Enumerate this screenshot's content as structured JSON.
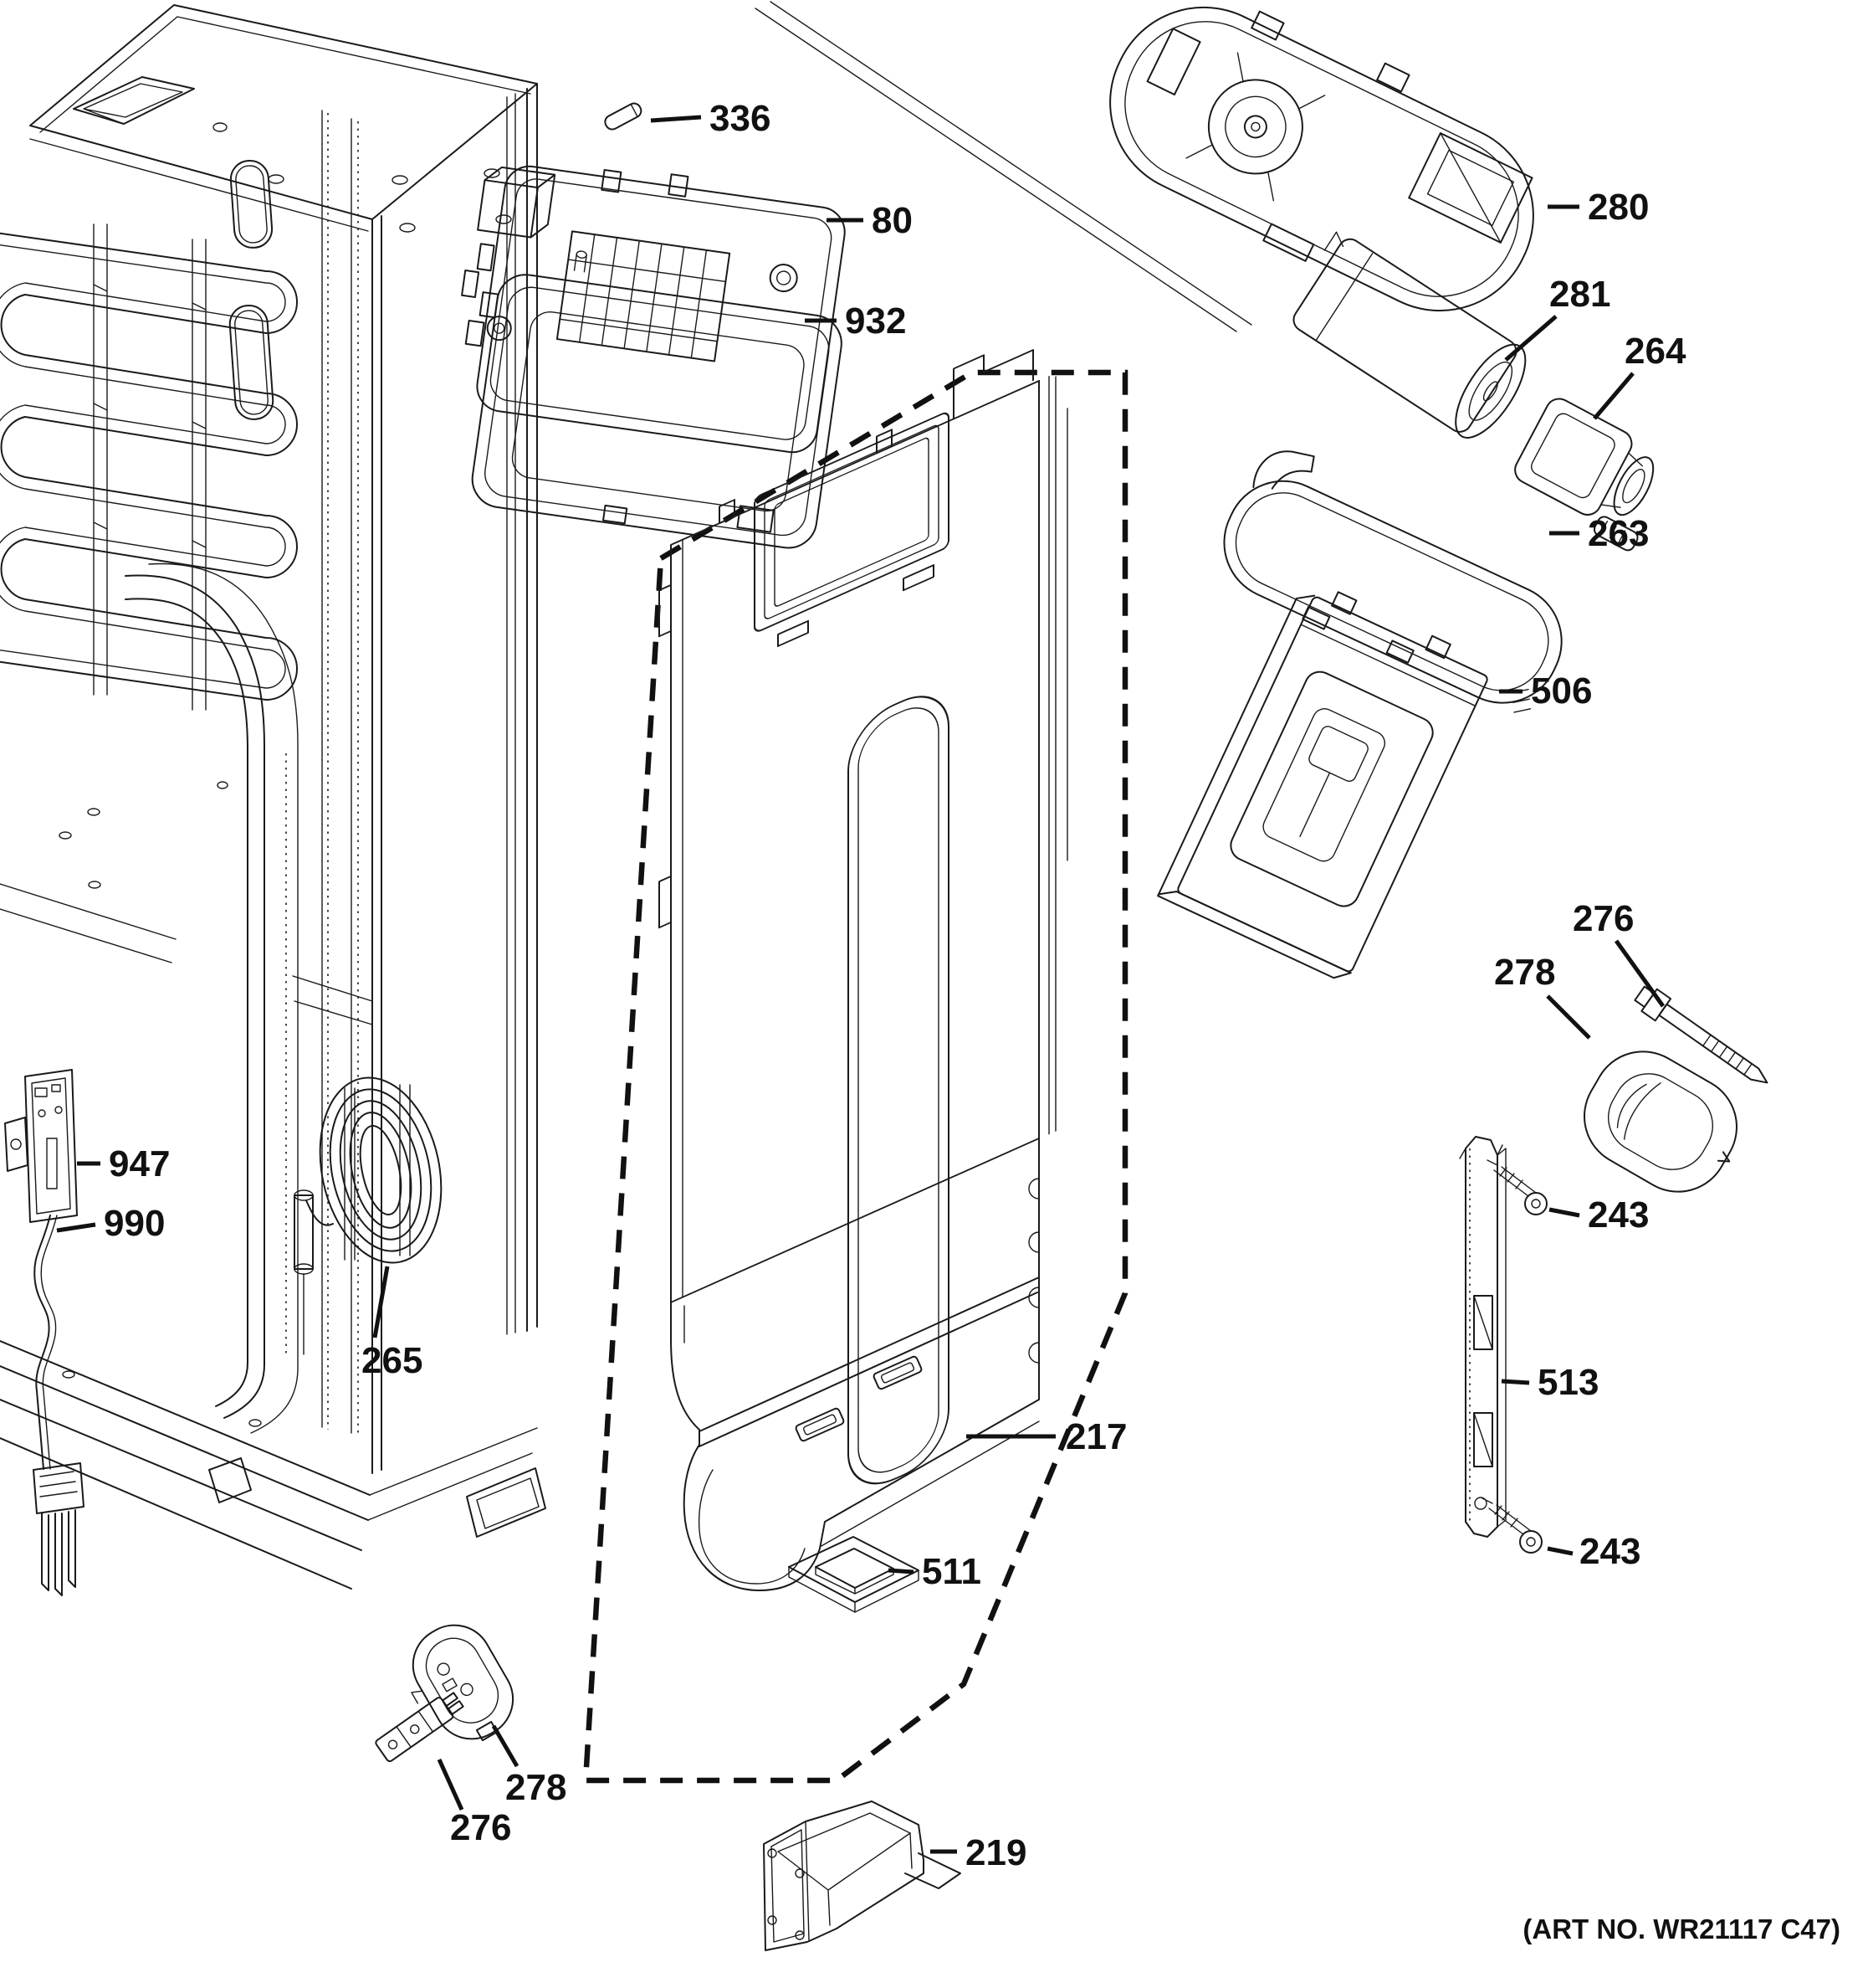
{
  "figure": {
    "art_no": "(ART NO. WR21117 C47)"
  },
  "callouts": [
    {
      "key": "336",
      "label": "336"
    },
    {
      "key": "80",
      "label": "80"
    },
    {
      "key": "932",
      "label": "932"
    },
    {
      "key": "280",
      "label": "280"
    },
    {
      "key": "281",
      "label": "281"
    },
    {
      "key": "264",
      "label": "264"
    },
    {
      "key": "263",
      "label": "263"
    },
    {
      "key": "506",
      "label": "506"
    },
    {
      "key": "276-upper-right",
      "label": "276"
    },
    {
      "key": "278-upper-right",
      "label": "278"
    },
    {
      "key": "243-upper",
      "label": "243"
    },
    {
      "key": "513",
      "label": "513"
    },
    {
      "key": "243-lower",
      "label": "243"
    },
    {
      "key": "217",
      "label": "217"
    },
    {
      "key": "511",
      "label": "511"
    },
    {
      "key": "947",
      "label": "947"
    },
    {
      "key": "990",
      "label": "990"
    },
    {
      "key": "265",
      "label": "265"
    },
    {
      "key": "278-lower-left",
      "label": "278"
    },
    {
      "key": "276-lower-left",
      "label": "276"
    },
    {
      "key": "219",
      "label": "219"
    }
  ]
}
